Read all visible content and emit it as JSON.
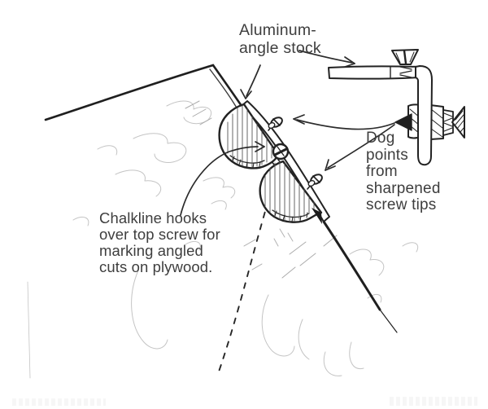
{
  "figure": {
    "paper_color": "#ffffff",
    "ink_color": "#262626",
    "text_color": "#3e3e3e",
    "grain_color": "#c4c4c4"
  },
  "labels": {
    "aluminum_angle_stock": {
      "lines": [
        "Aluminum-",
        "angle stock"
      ]
    },
    "dog_points": {
      "lines": [
        "Dog",
        "points",
        "from",
        "sharpened",
        "screw tips"
      ]
    },
    "chalkline": {
      "lines": [
        "Chalkline hooks",
        "over top screw for",
        "marking angled",
        "cuts on plywood."
      ]
    }
  }
}
